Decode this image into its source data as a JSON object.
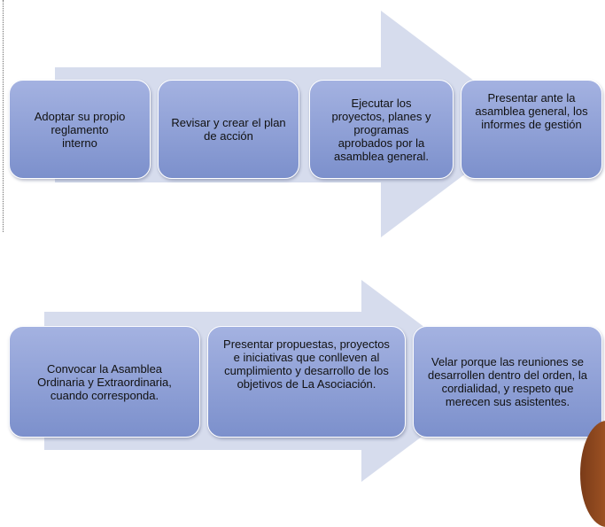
{
  "rows": [
    {
      "steps": [
        "Adoptar su propio reglamento interno",
        "Revisar y crear el plan de acción",
        "Ejecutar los proyectos, planes y programas aprobados por la asamblea general.",
        "Presentar ante la asamblea general, los informes de gestión"
      ]
    },
    {
      "steps": [
        "Convocar la Asamblea Ordinaria y Extraordinaria, cuando corresponda.",
        "Presentar propuestas, proyectos e iniciativas que conlleven al cumplimiento y desarrollo de los objetivos de La Asociación.",
        "Velar porque las reuniones se desarrollen dentro del orden, la cordialidad, y respeto que merecen sus asistentes."
      ]
    }
  ],
  "colors": {
    "arrow": "#d6dced",
    "box_top": "#a4b2e1",
    "box_bottom": "#7c90cc",
    "box_border": "#ffffff"
  }
}
